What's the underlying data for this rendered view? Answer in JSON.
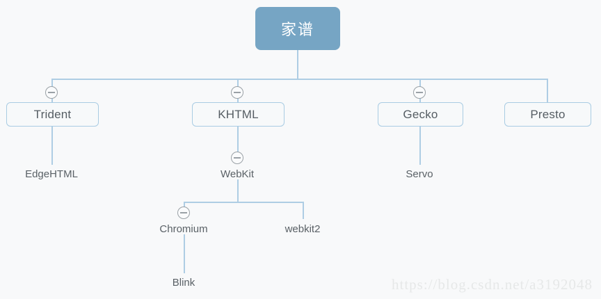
{
  "diagram": {
    "title": "家谱",
    "background_color": "#f8f9fa",
    "root_fill_color": "#76a5c4",
    "node_border_color": "#a9cce3",
    "connector_color": "#aecde4",
    "text_color": "#555d63",
    "icon_name": "collapse-minus-icon",
    "nodes": [
      {
        "id": "root",
        "label": "家谱",
        "style": "boxed-root",
        "collapse_icon": false
      },
      {
        "id": "trident",
        "label": "Trident",
        "style": "boxed",
        "collapse_icon": true
      },
      {
        "id": "khtml",
        "label": "KHTML",
        "style": "boxed",
        "collapse_icon": true
      },
      {
        "id": "gecko",
        "label": "Gecko",
        "style": "boxed",
        "collapse_icon": true
      },
      {
        "id": "presto",
        "label": "Presto",
        "style": "boxed",
        "collapse_icon": false
      },
      {
        "id": "edgehtml",
        "label": "EdgeHTML",
        "style": "text",
        "collapse_icon": false
      },
      {
        "id": "webkit",
        "label": "WebKit",
        "style": "text",
        "collapse_icon": true
      },
      {
        "id": "servo",
        "label": "Servo",
        "style": "text",
        "collapse_icon": false
      },
      {
        "id": "chromium",
        "label": "Chromium",
        "style": "text",
        "collapse_icon": true
      },
      {
        "id": "webkit2",
        "label": "webkit2",
        "style": "text",
        "collapse_icon": false
      },
      {
        "id": "blink",
        "label": "Blink",
        "style": "text",
        "collapse_icon": false
      }
    ]
  },
  "watermark": {
    "text": "https://blog.csdn.net/a3192048"
  }
}
